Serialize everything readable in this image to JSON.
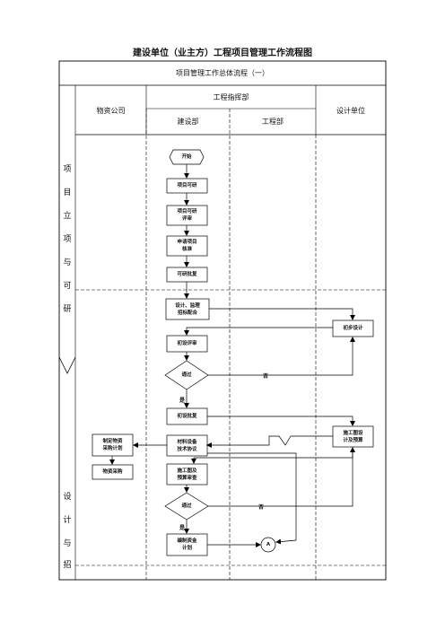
{
  "title": "建设单位（业主方）工程项目管理工作流程图",
  "header": {
    "sub_title": "项目管理工作总体流程（一）",
    "col_wuzi": "物资公司",
    "col_zhihui": "工程指挥部",
    "col_jianshe": "建设部",
    "col_gongcheng": "工程部",
    "col_sheji": "设计单位"
  },
  "phases": {
    "phase1": [
      "项",
      "目",
      "立",
      "项",
      "与",
      "可",
      "研"
    ],
    "phase2": [
      "设",
      "计",
      "与",
      "招"
    ]
  },
  "nodes": {
    "start": "开始",
    "kexing": "项目可研",
    "kexing_review": "项目可研\n评审",
    "apply": "申请项目\n核准",
    "approve": "可研批复",
    "design_bid": "设计、监理\n招标配合",
    "prelim_design": "初步设计",
    "prelim_review": "初设评审",
    "pass1": "通过",
    "prelim_approve": "初设批复",
    "construction_design": "施工图设\n计及预算",
    "material_plan": "制定物资\n采购计划",
    "material_agreement": "材料设备\n技术协议",
    "material_purchase": "物资采购",
    "construction_review": "施工图及\n预算审查",
    "pass2": "通过",
    "funding_plan": "编制资金\n计划",
    "connector_a": "A"
  },
  "edge_labels": {
    "no1": "否",
    "yes1": "是",
    "no2": "否",
    "yes2": "是"
  }
}
